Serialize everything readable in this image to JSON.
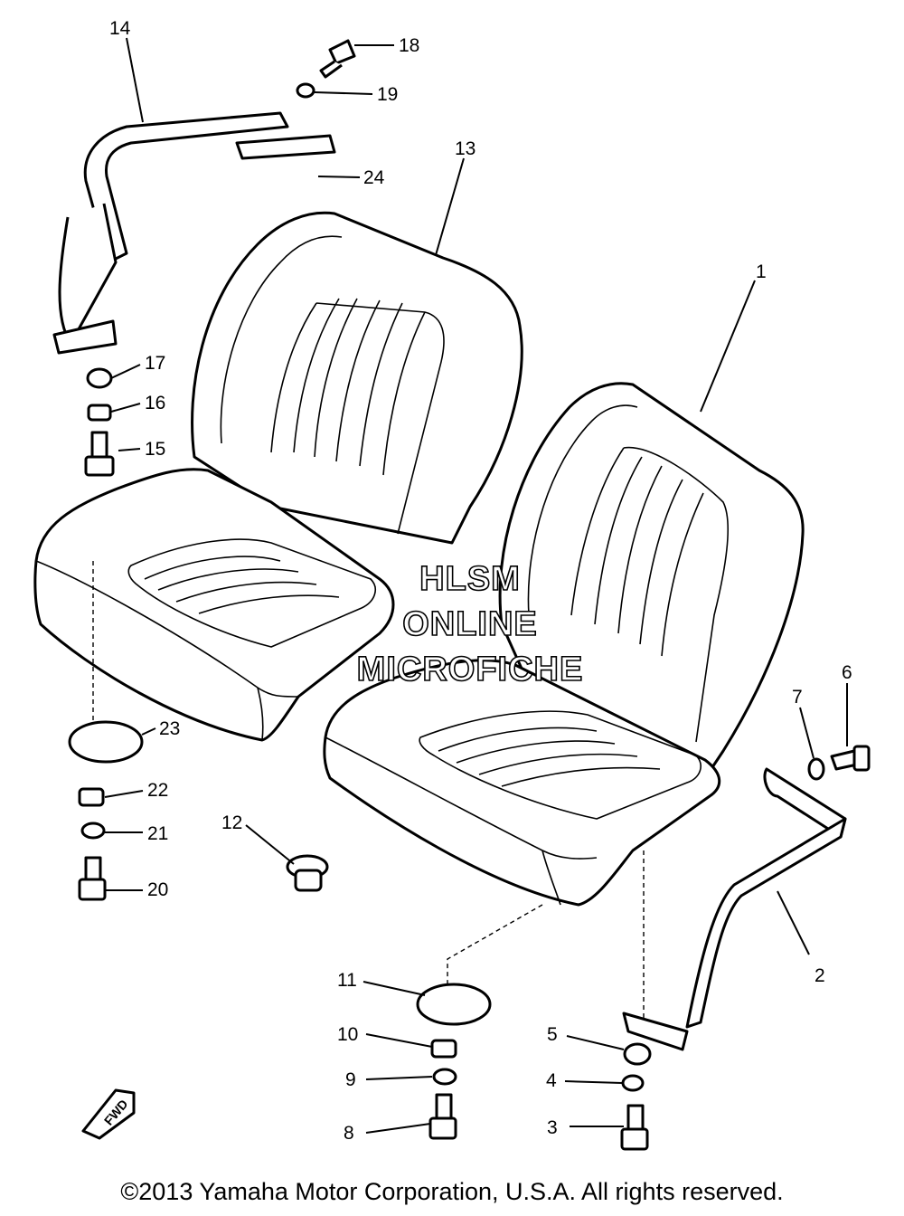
{
  "parts": [
    {
      "id": "1"
    },
    {
      "id": "2"
    },
    {
      "id": "3"
    },
    {
      "id": "4"
    },
    {
      "id": "5"
    },
    {
      "id": "6"
    },
    {
      "id": "7"
    },
    {
      "id": "8"
    },
    {
      "id": "9"
    },
    {
      "id": "10"
    },
    {
      "id": "11"
    },
    {
      "id": "12"
    },
    {
      "id": "13"
    },
    {
      "id": "14"
    },
    {
      "id": "15"
    },
    {
      "id": "16"
    },
    {
      "id": "17"
    },
    {
      "id": "18"
    },
    {
      "id": "19"
    },
    {
      "id": "20"
    },
    {
      "id": "21"
    },
    {
      "id": "22"
    },
    {
      "id": "23"
    },
    {
      "id": "24"
    }
  ],
  "watermark": {
    "line1": "HLSM",
    "line2": "ONLINE",
    "line3": "MICROFICHE"
  },
  "front_marker": "FWD",
  "copyright": "©2013 Yamaha Motor Corporation, U.S.A. All rights reserved."
}
